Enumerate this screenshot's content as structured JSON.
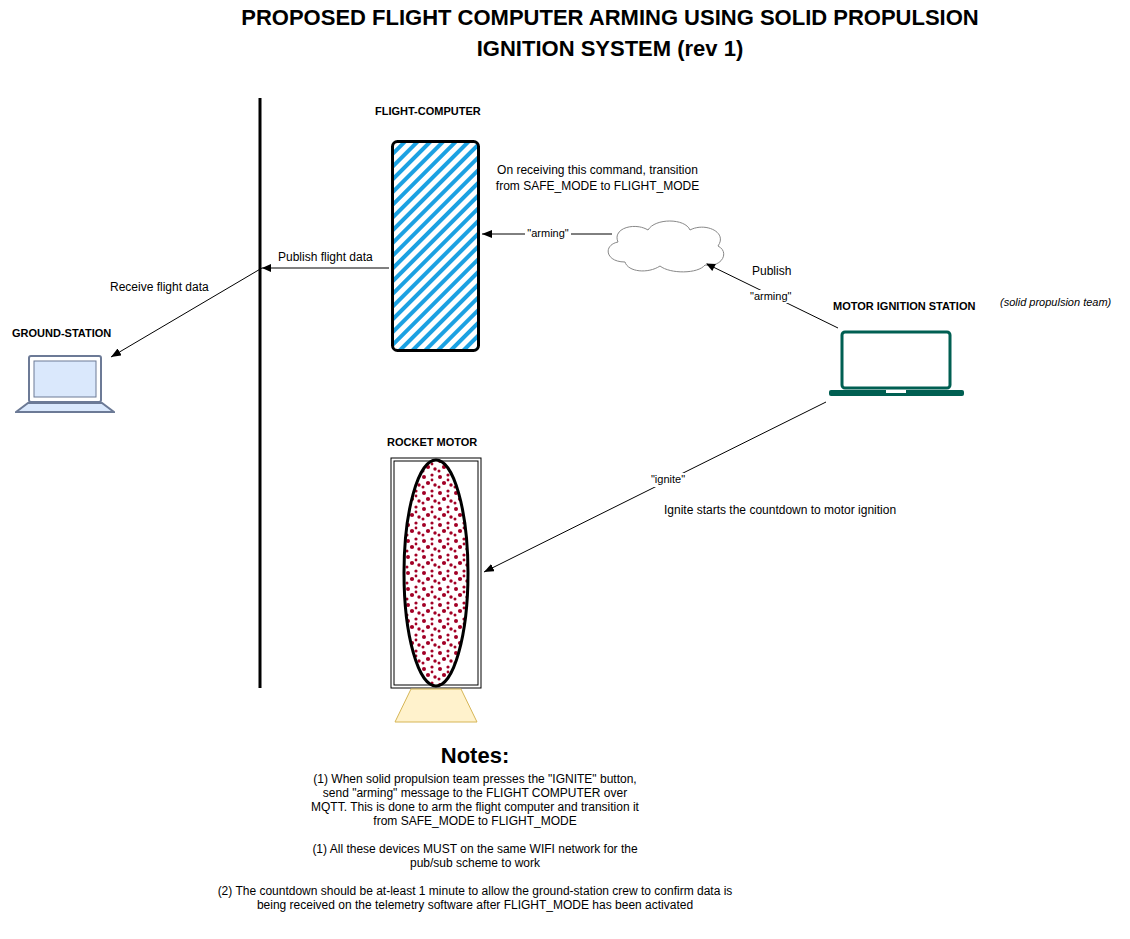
{
  "diagram": {
    "title": "PROPOSED FLIGHT COMPUTER ARMING USING SOLID PROPULSION IGNITION SYSTEM (rev 1)",
    "nodes": [
      {
        "text": [
          "FLIGHT-COMPUTER"
        ]
      },
      {
        "text": [
          "MOTOR IGNITION STATION",
          "(solid propulsion team)"
        ]
      },
      {
        "text": [
          "GROUND-STATION"
        ]
      },
      {
        "text": [
          "ROCKET MOTOR"
        ]
      }
    ],
    "edges": [
      {
        "from": 1,
        "to": 0,
        "arrow": "to",
        "label": "\"arming\""
      },
      {
        "from": 0,
        "to": 2,
        "arrow": "to",
        "label": "Publish flight data"
      },
      {
        "from": 1,
        "to": 3,
        "arrow": "to",
        "label": "\"ignite\""
      }
    ],
    "labels": [
      "On receiving this command, transition from SAFE_MODE to FLIGHT_MODE",
      "Receive flight data",
      "Publish",
      "\"arming\"",
      "Ignite starts the countdown to motor ignition",
      "Notes:",
      "(1) When solid propulsion team presses the \"IGNITE\" button, send \"arming\" message to the FLIGHT COMPUTER over MQTT. This is done to arm the flight computer and transition it from SAFE_MODE to FLIGHT_MODE",
      "(1) All these devices MUST on the same WIFI network for the pub/sub scheme to work",
      "(2) The countdown should be at-least 1 minute to allow the ground-station crew to confirm data is being received on the telemetry software after FLIGHT_MODE has been activated"
    ]
  }
}
